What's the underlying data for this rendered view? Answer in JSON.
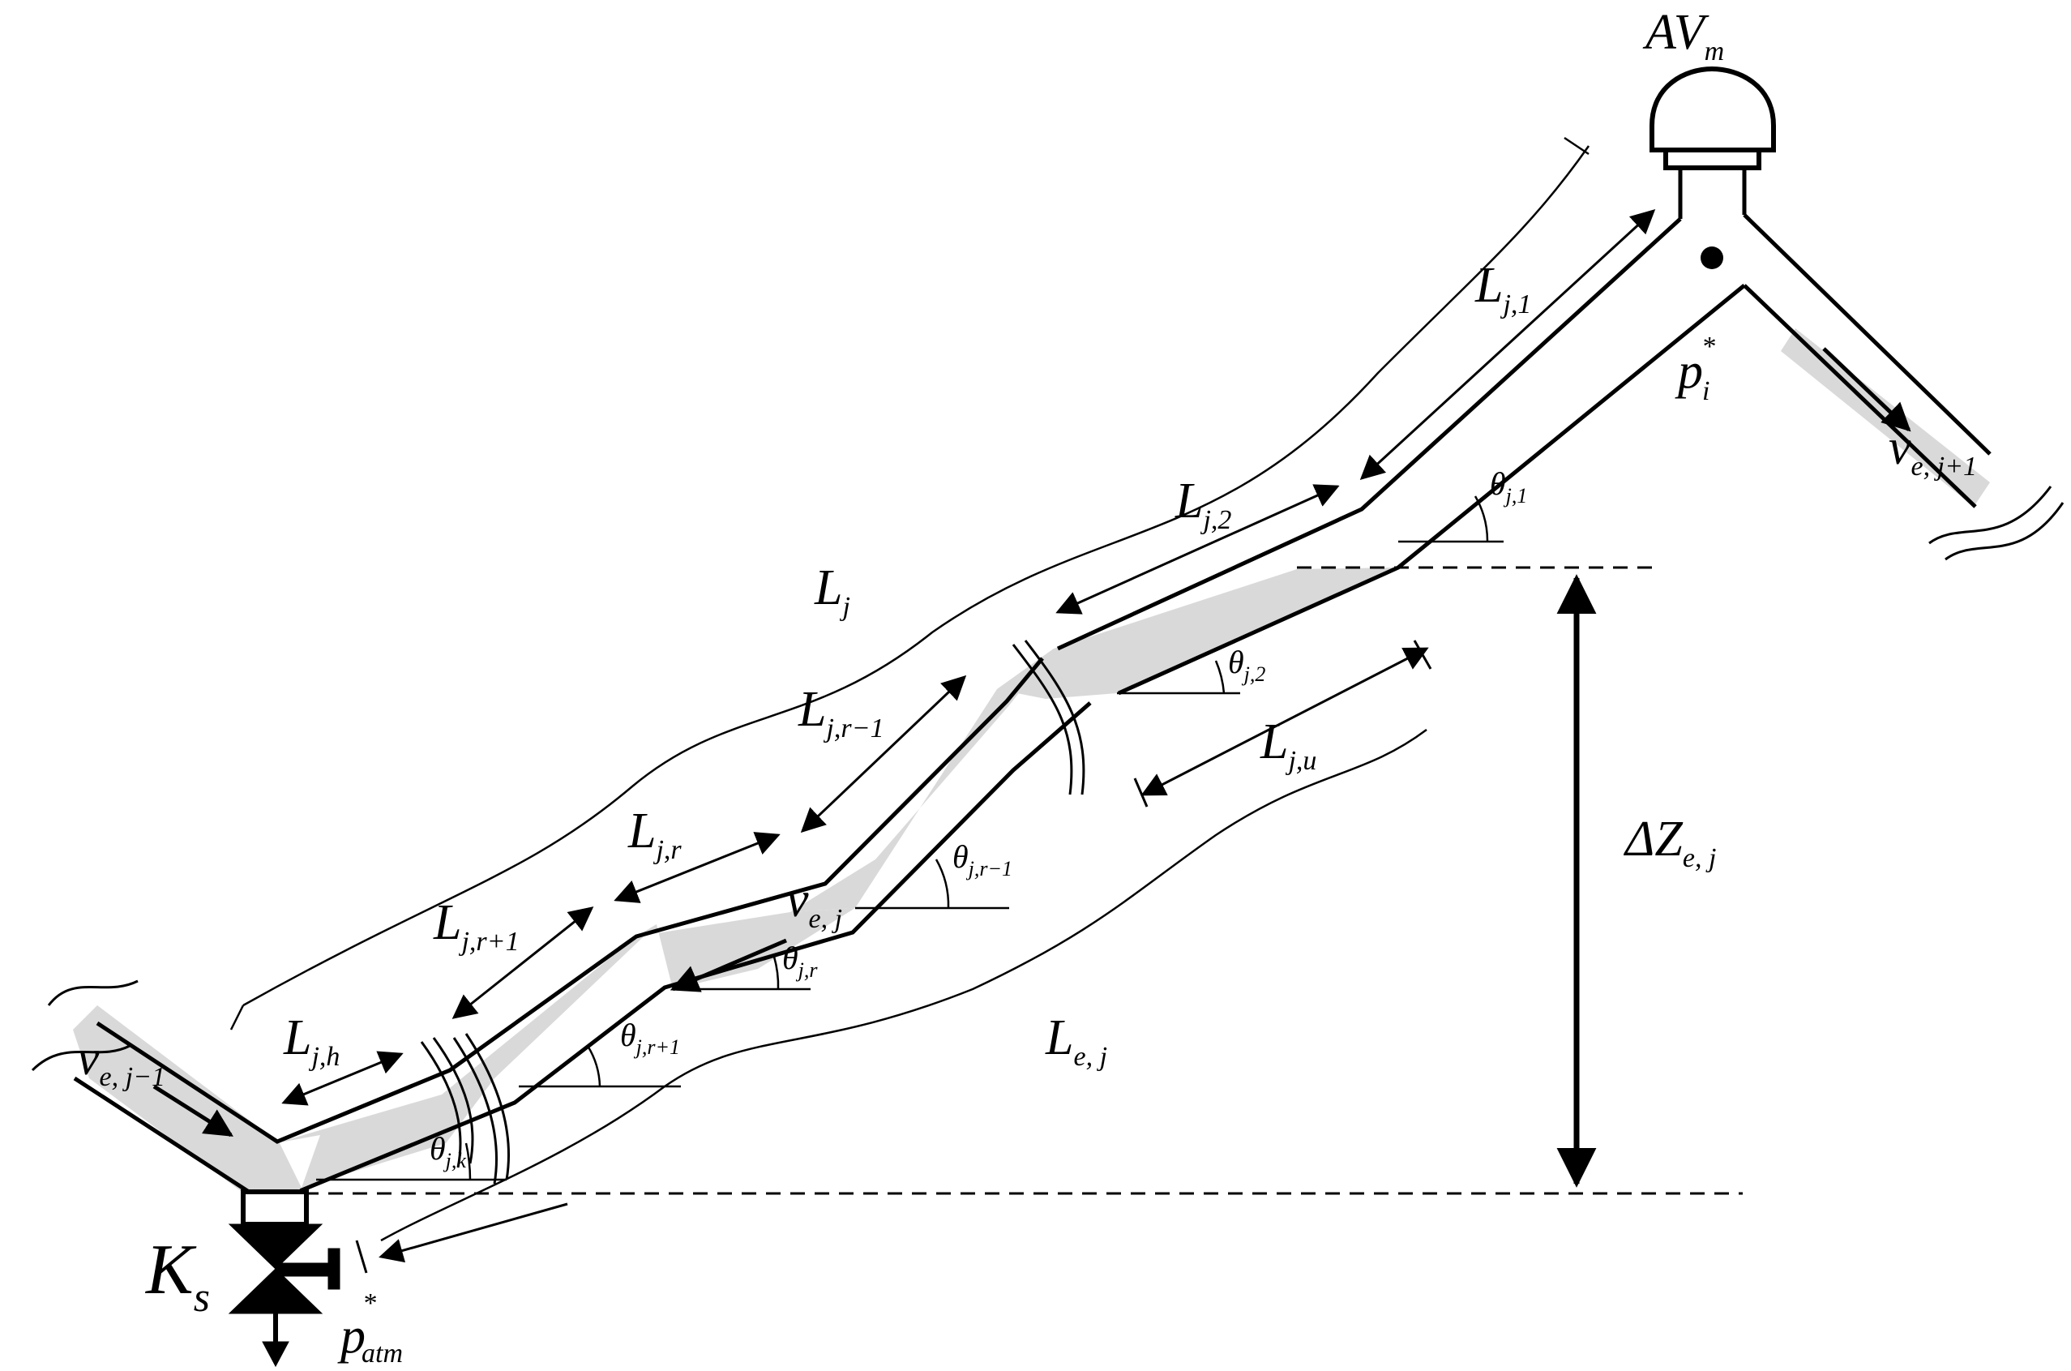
{
  "diagram": {
    "valve_top": {
      "main": "AV",
      "sub": "m"
    },
    "node_pressure": {
      "main": "p",
      "sup": "*",
      "sub": "i"
    },
    "outlet_pressure": {
      "main": "p",
      "sup": "*",
      "sub": "atm"
    },
    "valve_bottom": {
      "main": "K",
      "sub": "s"
    },
    "total_length": {
      "main": "L",
      "sub": "j"
    },
    "equiv_length": {
      "main": "L",
      "sub": "e, j"
    },
    "elevation": {
      "main": "ΔZ",
      "sub": "e, j"
    },
    "segment_lengths": [
      {
        "main": "L",
        "sub": "j,1"
      },
      {
        "main": "L",
        "sub": "j,2"
      },
      {
        "main": "L",
        "sub": "j,r−1"
      },
      {
        "main": "L",
        "sub": "j,r"
      },
      {
        "main": "L",
        "sub": "j,r+1"
      },
      {
        "main": "L",
        "sub": "j,h"
      },
      {
        "main": "L",
        "sub": "j,u"
      }
    ],
    "angles": [
      {
        "main": "θ",
        "sub": "j,1"
      },
      {
        "main": "θ",
        "sub": "j,2"
      },
      {
        "main": "θ",
        "sub": "j,r−1"
      },
      {
        "main": "θ",
        "sub": "j,r"
      },
      {
        "main": "θ",
        "sub": "j,r+1"
      },
      {
        "main": "θ",
        "sub": "j,k"
      }
    ],
    "velocities": [
      {
        "main": "v",
        "sub": "e, j+1"
      },
      {
        "main": "v",
        "sub": "e, j"
      },
      {
        "main": "v",
        "sub": "e, j−1"
      }
    ]
  }
}
